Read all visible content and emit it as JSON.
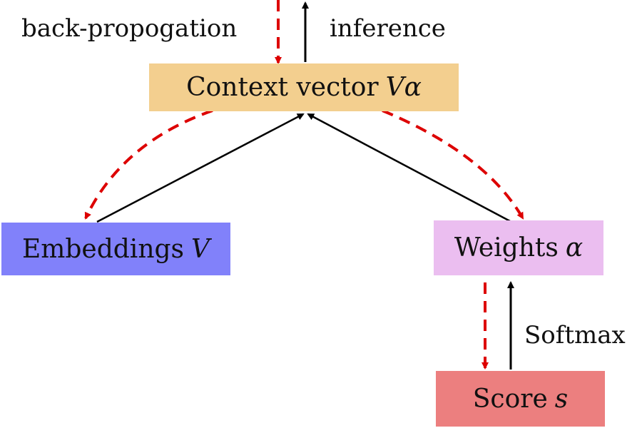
{
  "diagram": {
    "nodes": {
      "context": {
        "text": "Context vector",
        "math": "Vα",
        "color": "#f3cf8f"
      },
      "embeddings": {
        "text": "Embeddings",
        "math": "V",
        "color": "#8181fa"
      },
      "weights": {
        "text": "Weights",
        "math": "α",
        "color": "#ebbef0"
      },
      "score": {
        "text": "Score",
        "math": "s",
        "color": "#ec7f7f"
      }
    },
    "labels": {
      "backprop": "back-propogation",
      "inference": "inference",
      "softmax": "Softmax"
    },
    "edge_colors": {
      "inference": "#000000",
      "backprop": "#dd0000"
    }
  }
}
